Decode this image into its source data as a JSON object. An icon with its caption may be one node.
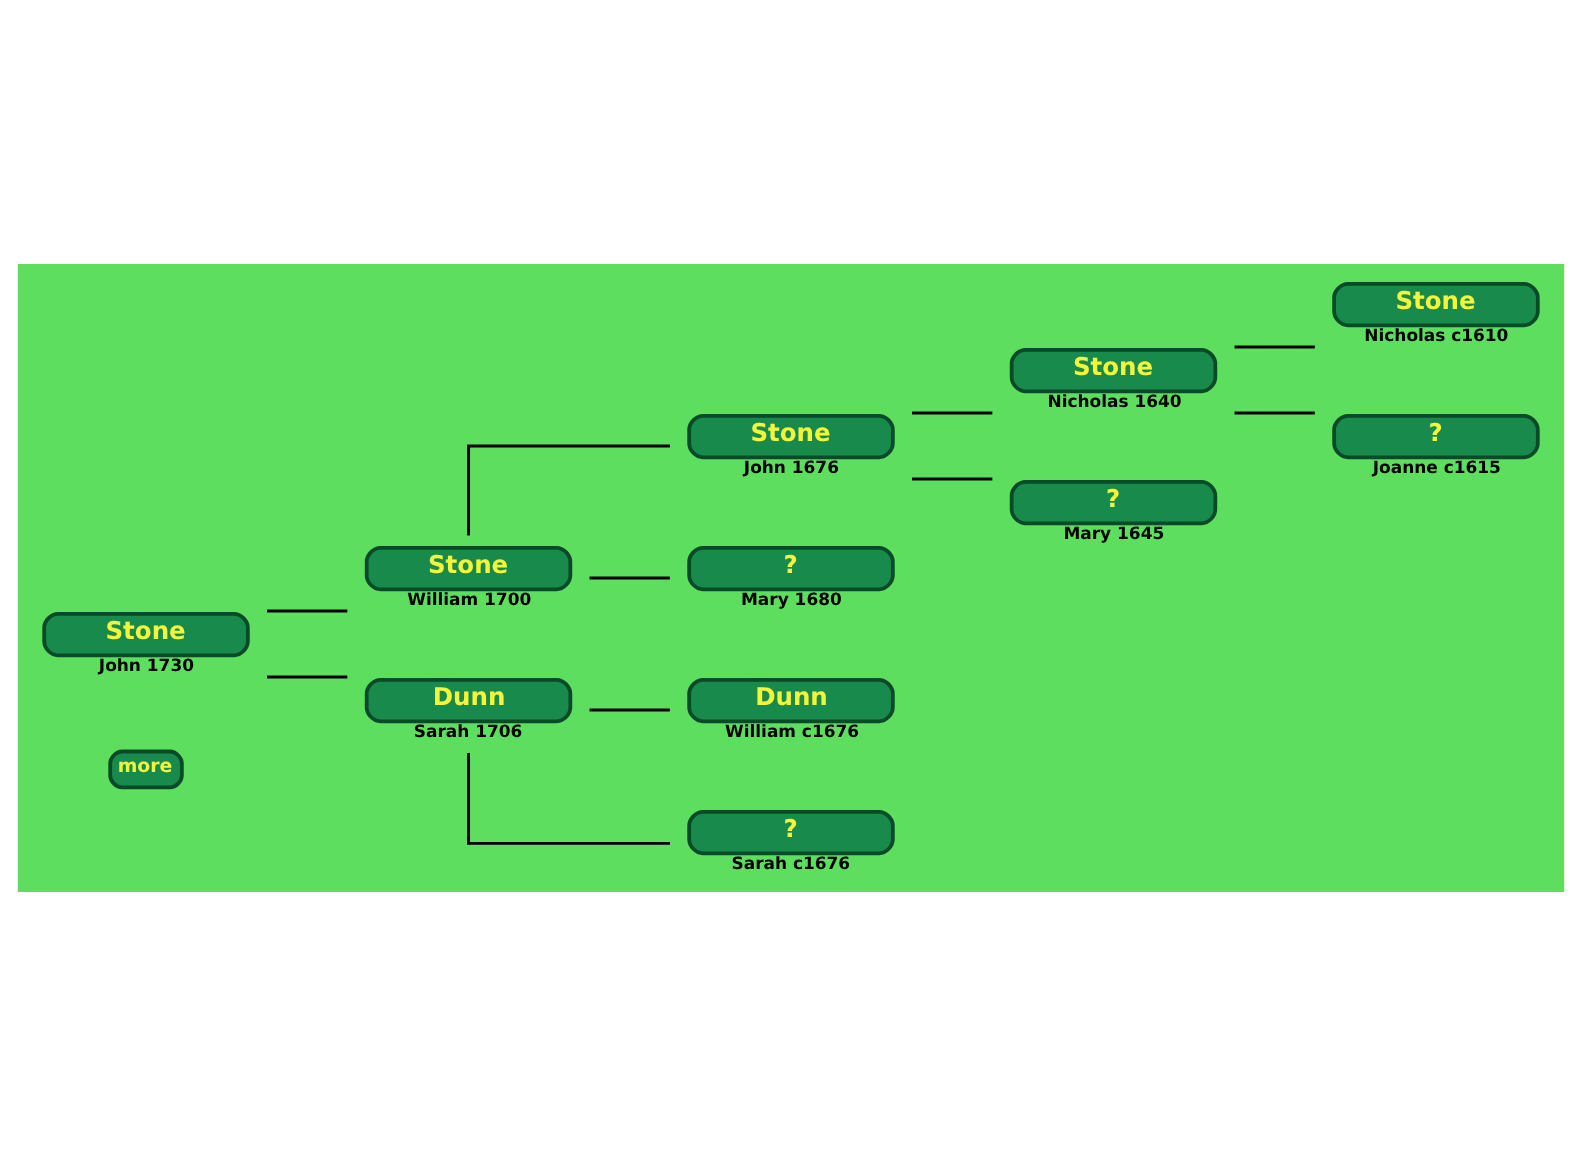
{
  "diagram": {
    "nodes": [
      {
        "text": [
          "more"
        ]
      },
      {
        "text": [
          "Stone"
        ],
        "beside": [
          "John 1730"
        ]
      },
      {
        "text": [
          "Stone"
        ],
        "beside": [
          "William 1700"
        ]
      },
      {
        "text": [
          "Stone"
        ],
        "beside": [
          "John 1676"
        ]
      },
      {
        "text": [
          "Stone"
        ],
        "beside": [
          "Nicholas 1640"
        ]
      },
      {
        "text": [
          "Stone"
        ],
        "beside": [
          "Nicholas c1610"
        ]
      },
      {
        "text": [
          "?"
        ],
        "beside": [
          "Joanne c1615"
        ]
      },
      {
        "text": [
          "?"
        ],
        "beside": [
          "Mary 1645"
        ]
      },
      {
        "text": [
          "?"
        ],
        "beside": [
          "Mary 1680"
        ]
      },
      {
        "text": [
          "Dunn"
        ],
        "beside": [
          "Sarah 1706"
        ]
      },
      {
        "text": [
          "Dunn"
        ],
        "beside": [
          "William c1676"
        ]
      },
      {
        "text": [
          "?"
        ],
        "beside": [
          "Sarah c1676"
        ]
      }
    ],
    "edges": [
      {
        "from": 1,
        "to": 2,
        "arrow": "none"
      },
      {
        "from": 1,
        "to": 9,
        "arrow": "none"
      },
      {
        "from": 2,
        "to": 3,
        "arrow": "none"
      },
      {
        "from": 2,
        "to": 8,
        "arrow": "none"
      },
      {
        "from": 3,
        "to": 4,
        "arrow": "none"
      },
      {
        "from": 3,
        "to": 7,
        "arrow": "none"
      },
      {
        "from": 4,
        "to": 5,
        "arrow": "none"
      },
      {
        "from": 4,
        "to": 6,
        "arrow": "none"
      },
      {
        "from": 9,
        "to": 10,
        "arrow": "none"
      },
      {
        "from": 9,
        "to": 11,
        "arrow": "none"
      }
    ]
  }
}
